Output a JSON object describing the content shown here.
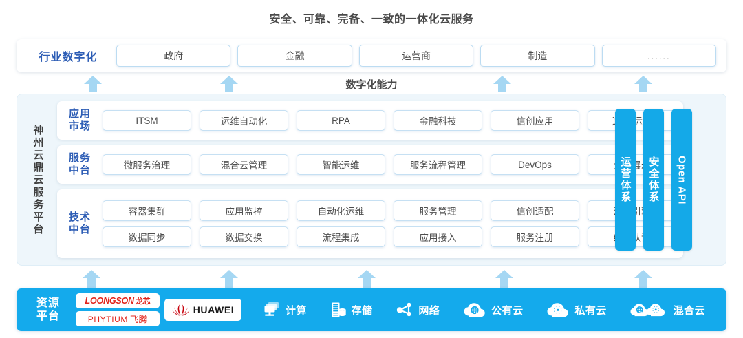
{
  "title": "安全、可靠、完备、一致的一体化云服务",
  "industry": {
    "label": "行业数字化",
    "items": [
      "政府",
      "金融",
      "运营商",
      "制造",
      "......"
    ]
  },
  "digital_caption": "数字化能力",
  "platform": {
    "vertical_label": "神州云鼎云服务平台",
    "sections": [
      {
        "label": "应用\n市场",
        "label_line1": "应用",
        "label_line2": "市场",
        "rows": [
          [
            "ITSM",
            "运维自动化",
            "RPA",
            "金融科技",
            "信创应用",
            "运维/运营"
          ]
        ]
      },
      {
        "label": "服务\n中台",
        "label_line1": "服务",
        "label_line2": "中台",
        "rows": [
          [
            "微服务治理",
            "混合云管理",
            "智能运维",
            "服务流程管理",
            "DevOps",
            "大屏展示"
          ]
        ]
      },
      {
        "label": "技术\n中台",
        "label_line1": "技术",
        "label_line2": "中台",
        "rows": [
          [
            "容器集群",
            "应用监控",
            "自动化运维",
            "服务管理",
            "信创适配",
            "流程引擎"
          ],
          [
            "数据同步",
            "数据交换",
            "流程集成",
            "应用接入",
            "服务注册",
            "统一认证"
          ]
        ]
      }
    ],
    "vbars": [
      {
        "text": "运营体系",
        "script": "cjk"
      },
      {
        "text": "安全体系",
        "script": "cjk"
      },
      {
        "text": "Open API",
        "script": "latin"
      }
    ]
  },
  "resource": {
    "label_line1": "资源",
    "label_line2": "平台",
    "chips": [
      {
        "brand": "LOONGSON",
        "cn": "龙芯"
      },
      {
        "brand": "PHYTIUM",
        "cn": "飞腾"
      },
      {
        "brand": "HUAWEI",
        "cn": ""
      }
    ],
    "items": [
      {
        "icon": "compute-icon",
        "label": "计算"
      },
      {
        "icon": "storage-icon",
        "label": "存储"
      },
      {
        "icon": "network-icon",
        "label": "网络"
      },
      {
        "icon": "public-cloud-icon",
        "label": "公有云"
      },
      {
        "icon": "private-cloud-icon",
        "label": "私有云"
      },
      {
        "icon": "hybrid-cloud-icon",
        "label": "混合云"
      }
    ]
  },
  "colors": {
    "accent_blue": "#14aaec",
    "arrow_blue": "#a5d7f3",
    "label_blue": "#2d5db5",
    "panel_bg": "#eef6fb",
    "logo_red": "#e2231a"
  }
}
